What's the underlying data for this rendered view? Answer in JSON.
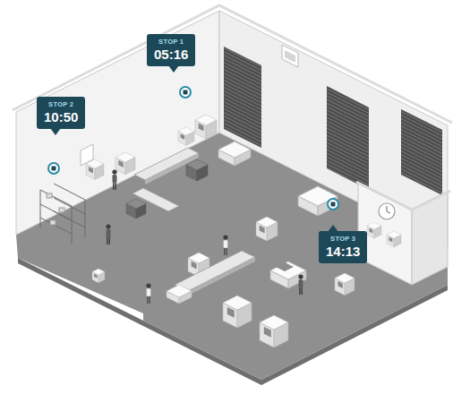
{
  "diagram": {
    "nodes": [
      {
        "text": [
          "STOP 1",
          "05:16"
        ]
      },
      {
        "text": [
          "STOP 2",
          "10:50"
        ]
      },
      {
        "text": [
          "STOP 3",
          "14:13"
        ]
      }
    ]
  }
}
